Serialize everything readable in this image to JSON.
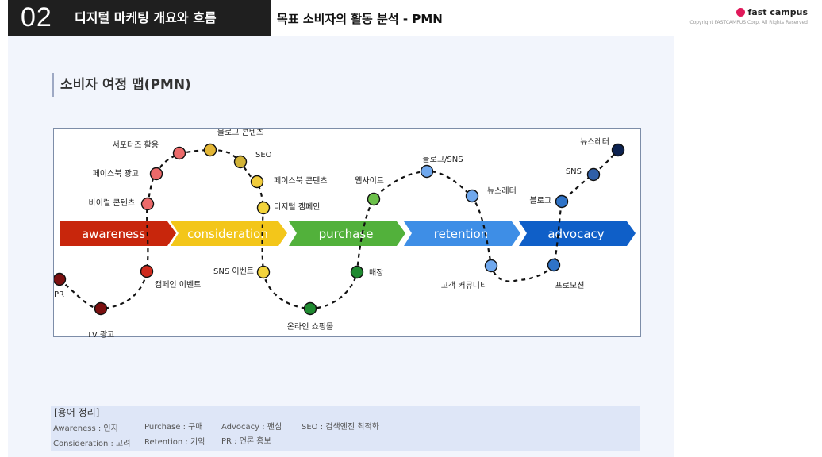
{
  "header": {
    "chapter_number": "02",
    "chapter_title": "디지털 마케팅 개요와 흐름",
    "slide_title": "목표 소비자의 활동 분석 - PMN"
  },
  "brand": {
    "name": "fast campus",
    "copyright": "Copyright FASTCAMPUS Corp. All Rights Reserved"
  },
  "section": {
    "title": "소비자 여정 맵(PMN)"
  },
  "journey": {
    "stages": [
      {
        "label": "awareness",
        "color": "#c8260c"
      },
      {
        "label": "consideration",
        "color": "#f3c61a"
      },
      {
        "label": "purchase",
        "color": "#52b13b"
      },
      {
        "label": "retention",
        "color": "#3e8ee6"
      },
      {
        "label": "advocacy",
        "color": "#0f5fc8"
      }
    ],
    "touchpoints": [
      {
        "label": "PR",
        "color": "#7b1010"
      },
      {
        "label": "TV 광고",
        "color": "#7b1010"
      },
      {
        "label": "캠페인 이벤트",
        "color": "#cf2b1e"
      },
      {
        "label": "바이럴 콘텐츠",
        "color": "#ec6a6a"
      },
      {
        "label": "페이스북 광고",
        "color": "#ec6a6a"
      },
      {
        "label": "서포터즈 활용",
        "color": "#ec6a6a"
      },
      {
        "label": "블로그 콘텐츠",
        "color": "#e3b635"
      },
      {
        "label": "SEO",
        "color": "#d1b236"
      },
      {
        "label": "페이스북 콘텐츠",
        "color": "#f1cc3c"
      },
      {
        "label": "디지털 캠페인",
        "color": "#f3d43c"
      },
      {
        "label": "SNS 이벤트",
        "color": "#f3d43c"
      },
      {
        "label": "온라인 쇼핑몰",
        "color": "#1f8a30"
      },
      {
        "label": "매장",
        "color": "#1f8a30"
      },
      {
        "label": "웹사이트",
        "color": "#6cc04a"
      },
      {
        "label": "블로그/SNS",
        "color": "#6fa8ee"
      },
      {
        "label": "뉴스레터",
        "color": "#6fa8ee"
      },
      {
        "label": "고객 커뮤니티",
        "color": "#6fa8ee"
      },
      {
        "label": "프로모션",
        "color": "#2f73c7"
      },
      {
        "label": "블로그",
        "color": "#2f73c7"
      },
      {
        "label": "SNS",
        "color": "#2f5fa8"
      },
      {
        "label": "뉴스레터",
        "color": "#0d2250"
      }
    ]
  },
  "glossary": {
    "title": "[용어 정리]",
    "terms": [
      "Awareness : 인지",
      "Consideration : 고려",
      "Purchase : 구매",
      "Retention : 기억",
      "Advocacy : 팬심",
      "PR : 언론 홍보",
      "SEO : 검색엔진 최적화"
    ]
  }
}
